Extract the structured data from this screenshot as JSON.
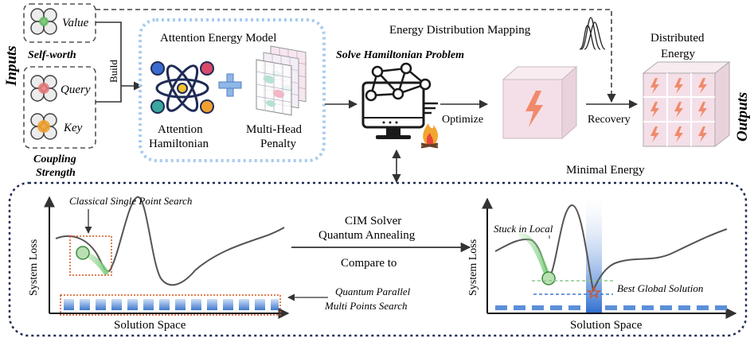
{
  "labels": {
    "inputs": "Inputs",
    "outputs": "Outputs",
    "value": "Value",
    "self_worth": "Self-worth",
    "query": "Query",
    "key": "Key",
    "coupling_strength_1": "Coupling",
    "coupling_strength_2": "Strength",
    "build": "Build",
    "attention_energy_model": "Attention Energy Model",
    "attention_hamiltonian_1": "Attention",
    "attention_hamiltonian_2": "Hamiltonian",
    "multi_head_penalty_1": "Multi-Head",
    "multi_head_penalty_2": "Penalty",
    "solve_hamiltonian_problem": "Solve Hamiltonian Problem",
    "energy_distribution_mapping": "Energy Distribution Mapping",
    "optimize": "Optimize",
    "recovery": "Recovery",
    "distributed_energy_1": "Distributed",
    "distributed_energy_2": "Energy",
    "minimal_energy": "Minimal Energy",
    "classical_single_point_search": "Classical Single Point Search",
    "cim_solver": "CIM Solver",
    "quantum_annealing": "Quantum Annealing",
    "compare_to": "Compare to",
    "quantum_parallel_1": "Quantum Parallel",
    "quantum_parallel_2": "Multi Points Search",
    "system_loss": "System Loss",
    "solution_space": "Solution Space",
    "stuck_in_local": "Stuck in Local",
    "best_global_solution": "Best Global Solution"
  },
  "colors": {
    "value_green": "#6cc36c",
    "query_red": "#e87878",
    "key_orange": "#f0a030",
    "dotted_blue": "#a8cbef",
    "navy": "#1f2a55",
    "cube_pink": "#f4dfe8",
    "bolt": "#f08a6a",
    "bar_blue": "#5b8fd9",
    "orange_dot": "#d9531e"
  }
}
